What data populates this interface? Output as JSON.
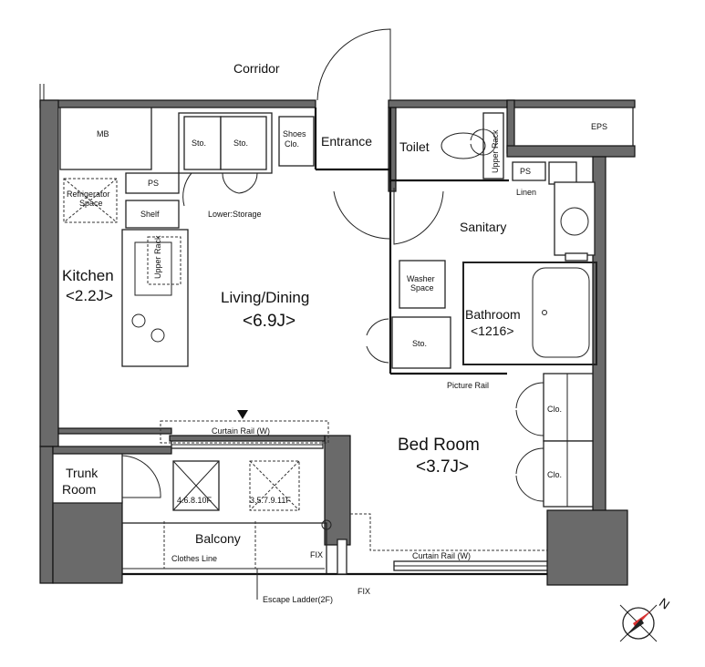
{
  "corridor": "Corridor",
  "entrance": "Entrance",
  "shoes": [
    "Shoes",
    "Clo."
  ],
  "toilet": "Toilet",
  "upper_rack": "Upper Rack",
  "eps": "EPS",
  "mb": "MB",
  "sto": "Sto.",
  "ps": "PS",
  "linen": "Linen",
  "sanitary": "Sanitary",
  "refrigerator": [
    "Refrigerator",
    "Space"
  ],
  "shelf": "Shelf",
  "lower_storage": "Lower:Storage",
  "kitchen": {
    "name": "Kitchen",
    "size": "<2.2J>"
  },
  "living": {
    "name": "Living/Dining",
    "size": "<6.9J>"
  },
  "washer": [
    "Washer",
    "Space"
  ],
  "bathroom": {
    "name": "Bathroom",
    "size": "<1216>"
  },
  "picture_rail": "Picture Rail",
  "curtain_rail": "Curtain Rail (W)",
  "bedroom": {
    "name": "Bed Room",
    "size": "<3.7J>"
  },
  "closet": "Clo.",
  "trunk_room": [
    "Trunk",
    "Room"
  ],
  "floors_a": "4.6.8.10F",
  "floors_b": "3.5.7.9.11F",
  "balcony": "Balcony",
  "clothes_line": "Clothes Line",
  "fix": "FIX",
  "escape_ladder": "Escape Ladder(2F)",
  "compass": "N"
}
